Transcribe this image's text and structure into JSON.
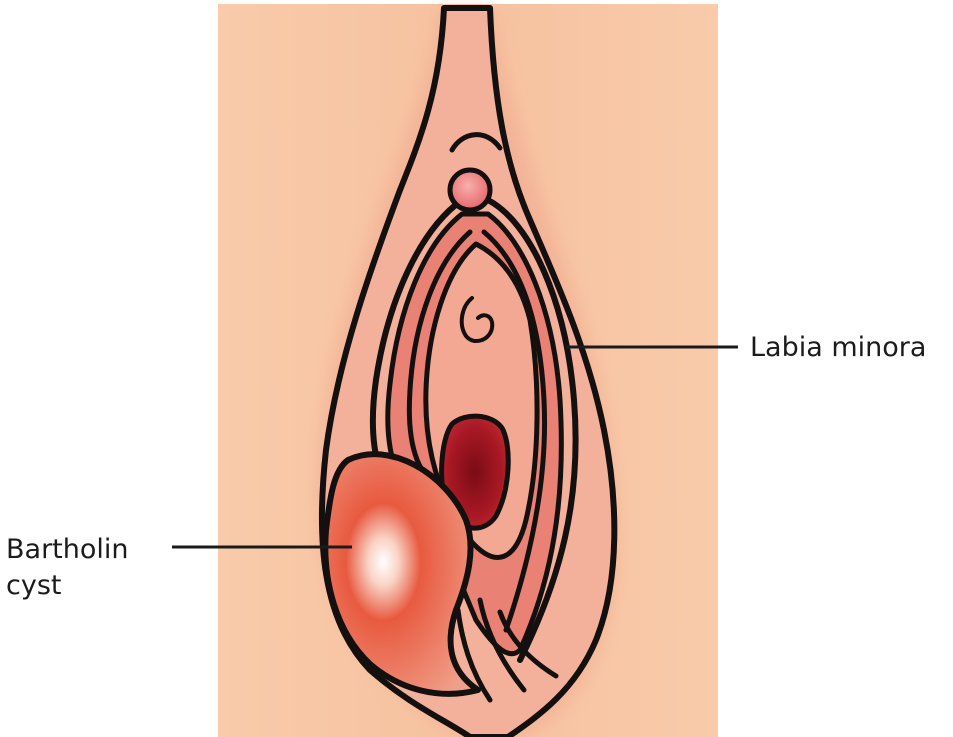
{
  "labels": {
    "labia_minora": "Labia minora",
    "bartholin_line1": "Bartholin",
    "bartholin_line2": "cyst"
  },
  "colors": {
    "background_skin": "#f8c8a6",
    "labia_majora": "#f3ad97",
    "labia_minora": "#e98274",
    "vestibule": "#f1a38f",
    "clitoris": "#ec7b79",
    "vaginal_opening": "#a51622",
    "cyst": "#e7583f",
    "outline": "#141010",
    "leader_line": "#1b1b1b"
  }
}
